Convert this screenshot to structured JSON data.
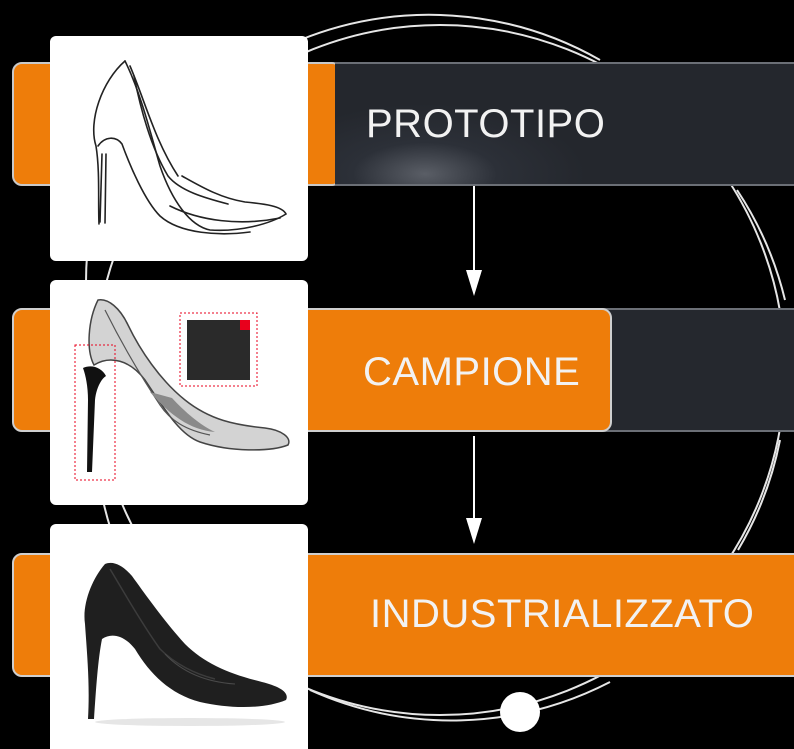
{
  "stages": [
    {
      "label": "PROTOTIPO",
      "image": "shoe-sketch-image"
    },
    {
      "label": "CAMPIONE",
      "image": "shoe-sample-image"
    },
    {
      "label": "INDUSTRIALIZZATO",
      "image": "shoe-product-image"
    }
  ],
  "colors": {
    "accent": "#ee7d0a",
    "dark_bar": "#25282e",
    "background": "#000000",
    "card": "#ffffff",
    "sample_marker": "#e8001c"
  },
  "icons": [
    "down-arrow-icon",
    "down-arrow-icon"
  ]
}
